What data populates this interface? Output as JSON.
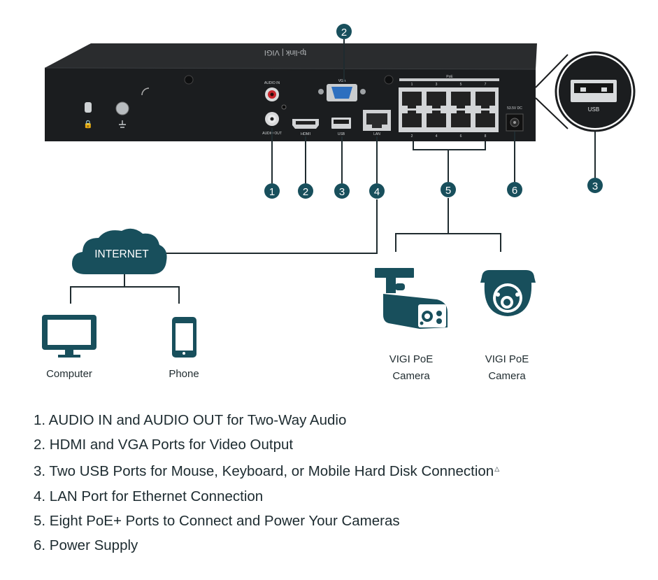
{
  "device": {
    "brand_text": "tp-link | VIGI",
    "labels": {
      "audio_in": "AUDIO IN",
      "audio_out": "AUDIO OUT",
      "vga": "VGA",
      "hdmi": "HDMI",
      "usb": "USB",
      "lan": "LAN",
      "poe": "PoE",
      "power": "53.5V DC",
      "usb_zoom": "USB"
    },
    "poe_top_numbers": [
      "1",
      "3",
      "5",
      "7"
    ],
    "poe_bottom_numbers": [
      "2",
      "4",
      "6",
      "8"
    ]
  },
  "callouts": [
    "1",
    "2",
    "3",
    "4",
    "5",
    "6"
  ],
  "callout_top": "2",
  "callout_usb_zoom": "3",
  "network": {
    "internet": "INTERNET",
    "computer": "Computer",
    "phone": "Phone",
    "camera_bullet": [
      "VIGI PoE",
      "Camera"
    ],
    "camera_turret": [
      "VIGI PoE",
      "Camera"
    ]
  },
  "legend": [
    "1. AUDIO IN and AUDIO OUT for Two-Way Audio",
    "2. HDMI and VGA Ports for Video Output",
    "3. Two USB Ports for Mouse, Keyboard, or Mobile Hard Disk Connection",
    "4. LAN Port for Ethernet Connection",
    "5. Eight PoE+ Ports to Connect and Power Your Cameras",
    "6. Power Supply"
  ],
  "legend_note_mark": "△",
  "colors": {
    "accent": "#184f5c",
    "device": "#1d1f20",
    "line": "#2a5663"
  }
}
